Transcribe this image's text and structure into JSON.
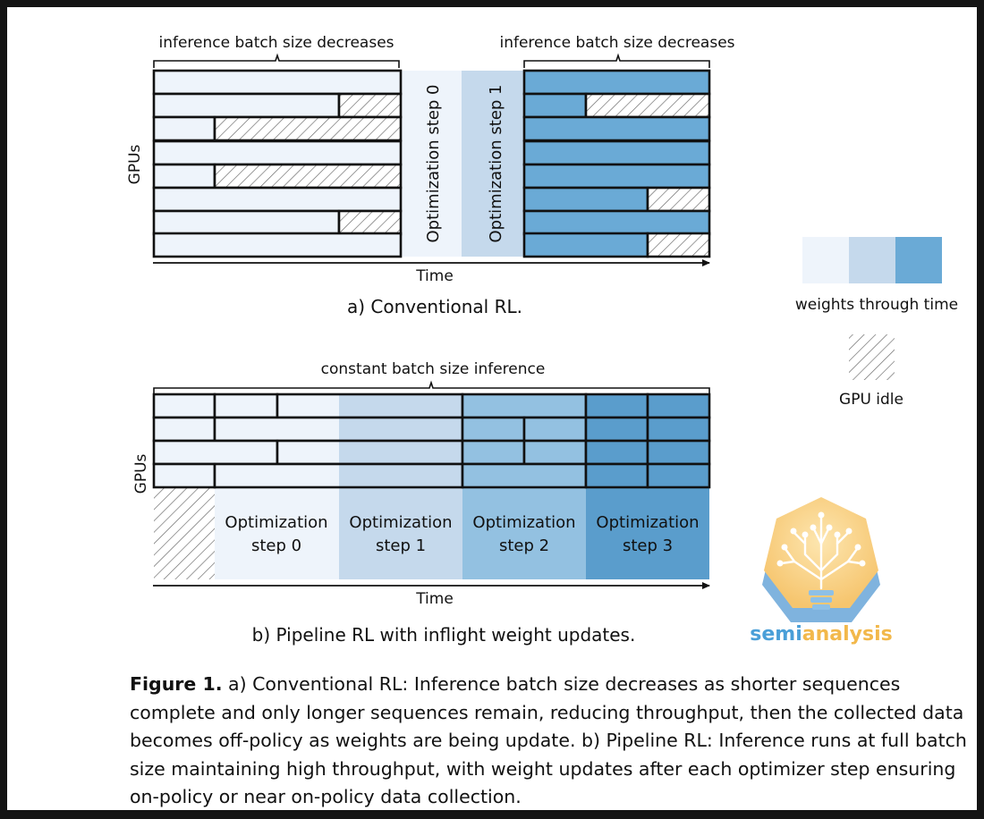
{
  "top": {
    "brace_left_label": "inference batch size decreases",
    "brace_right_label": "inference batch size decreases",
    "y_axis_label": "GPUs",
    "x_axis_label": "Time",
    "opt_step_0": "Optimization step 0",
    "opt_step_1": "Optimization step 1",
    "subtitle": "a) Conventional RL."
  },
  "bottom": {
    "brace_label": "constant batch size inference",
    "y_axis_label": "GPUs",
    "x_axis_label": "Time",
    "steps": [
      {
        "line1": "Optimization",
        "line2": "step 0"
      },
      {
        "line1": "Optimization",
        "line2": "step 1"
      },
      {
        "line1": "Optimization",
        "line2": "step 2"
      },
      {
        "line1": "Optimization",
        "line2": "step 3"
      }
    ],
    "subtitle": "b) Pipeline RL with inflight weight updates."
  },
  "legend": {
    "weights_label": "weights through time",
    "idle_label": "GPU idle"
  },
  "colors": {
    "w0": "#eef4fb",
    "w1": "#c5d9ec",
    "w2": "#93c1e1",
    "w3": "#5a9dcc",
    "w_top": "#6aaad6"
  },
  "logo": {
    "text_a": "semi",
    "text_b": "analysis"
  },
  "caption": {
    "label": "Figure 1.",
    "text": " a) Conventional RL: Inference batch size decreases as shorter sequences complete and only longer sequences remain, reducing throughput, then the collected data becomes off-policy as weights are being update. b) Pipeline RL: Inference runs at full batch size maintaining high throughput, with weight updates after each optimizer step ensuring on-policy or near on-policy data collection."
  }
}
